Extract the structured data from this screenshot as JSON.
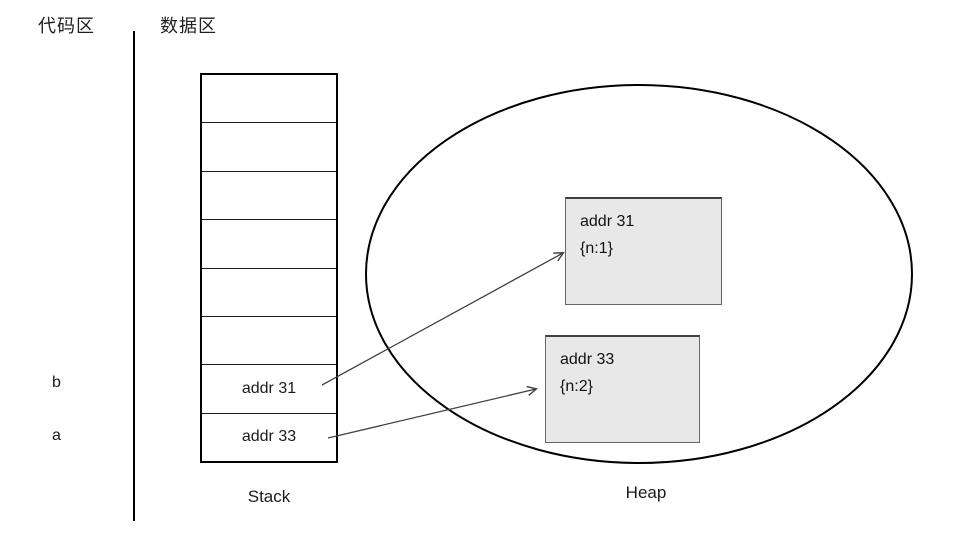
{
  "regions": {
    "code_area": "代码区",
    "data_area": "数据区"
  },
  "stack": {
    "caption": "Stack",
    "cells": [
      "",
      "",
      "",
      "",
      "",
      "",
      "addr 31",
      "addr 33"
    ],
    "variables": {
      "b": "b",
      "a": "a"
    }
  },
  "heap": {
    "caption": "Heap",
    "objects": [
      {
        "address": "addr 31",
        "value": "{n:1}"
      },
      {
        "address": "addr 33",
        "value": "{n:2}"
      }
    ]
  },
  "arrows": [
    {
      "from": "addr 31",
      "to": "addr 31"
    },
    {
      "from": "addr 33",
      "to": "addr 33"
    }
  ],
  "colors": {
    "outline": "#000000",
    "arrow": "#404040",
    "object_fill": "#e8e8e8",
    "object_border": "#595959",
    "text": "#1a1a1a"
  }
}
